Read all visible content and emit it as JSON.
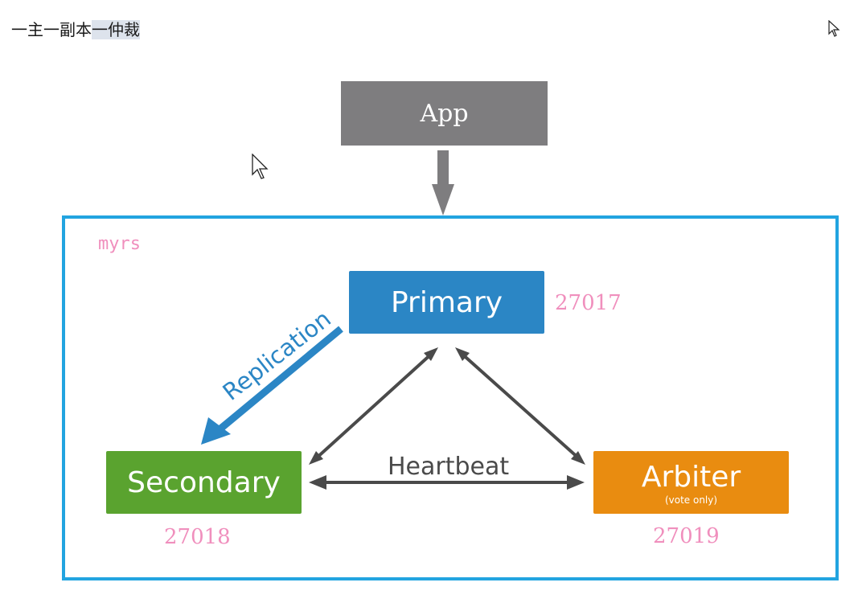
{
  "heading": {
    "plain": "一主一副本",
    "highlighted": "一仲裁"
  },
  "diagram": {
    "app_label": "App",
    "replica_set_name": "myrs",
    "primary": {
      "label": "Primary",
      "port": "27017",
      "color": "#2b86c5"
    },
    "secondary": {
      "label": "Secondary",
      "port": "27018",
      "color": "#5aa32f"
    },
    "arbiter": {
      "label": "Arbiter",
      "note": "(vote only)",
      "port": "27019",
      "color": "#e98c10"
    },
    "replication_label": "Replication",
    "heartbeat_label": "Heartbeat",
    "app_color": "#7e7d7f",
    "frame_color": "#22a4e0",
    "port_color": "#f08fbd"
  },
  "icons": {
    "cursor": "mouse-pointer-icon"
  }
}
